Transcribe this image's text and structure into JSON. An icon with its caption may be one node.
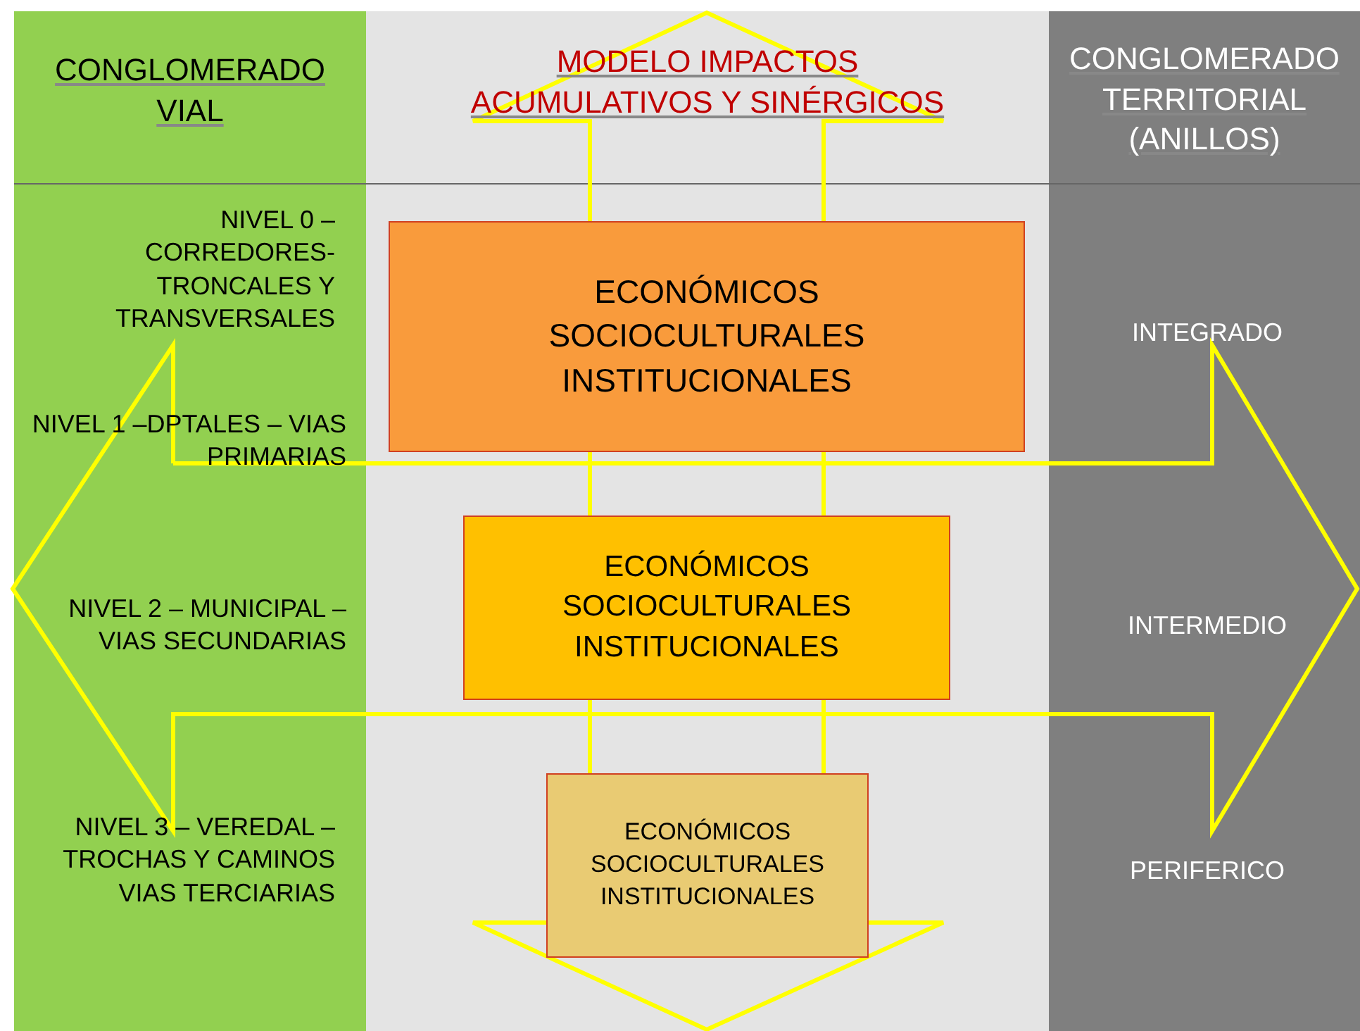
{
  "diagram": {
    "nodes": [
      {
        "text": [
          "ECONÓMICOS SOCIOCULTURALES INSTITUCIONALES"
        ]
      },
      {
        "text": [
          "ECONÓMICOS SOCIOCULTURALES INSTITUCIONALES"
        ]
      },
      {
        "text": [
          "ECONÓMICOS SOCIOCULTURALES INSTITUCIONALES"
        ]
      }
    ],
    "edges": [],
    "labels": [
      "CONGLOMERADO VIAL",
      "MODELO IMPACTOS ACUMULATIVOS Y SINÉRGICOS",
      "CONGLOMERADO TERRITORIAL (ANILLOS)",
      "NIVEL 0 – CORREDORES- TRONCALES Y TRANSVERSALES",
      "INTEGRADO",
      "NIVEL 1 –DPTALES – VIAS PRIMARIAS",
      "NIVEL 2 – MUNICIPAL – VIAS SECUNDARIAS",
      "INTERMEDIO",
      "NIVEL 3 – VEREDAL – TROCHAS Y CAMINOS VIAS TERCIARIAS",
      "PERIFERICO"
    ]
  }
}
